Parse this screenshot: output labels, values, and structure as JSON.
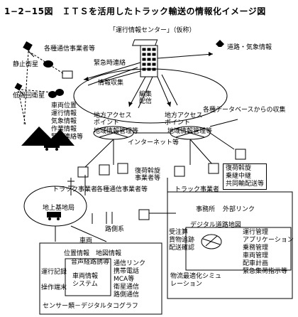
{
  "title": "1−2−15図　ＩＴＳを活用したトラック輸送の情報化イメージ図",
  "center": {
    "name": "「運行情報センター」（仮称）"
  },
  "labels": {
    "comm_operator_top": "各種通信事業者等",
    "geostationary_sat": "静止衛星",
    "low_orbit_sat": "低周回衛星",
    "road_weather": "道路・気象情報",
    "emergency_contact": "緊急時連絡",
    "info_collection": "情報収集",
    "edit_distribute": "編集\n配信",
    "database_collection": "各種データベースからの収集",
    "access_point_left": "地方アクセス\nポイント",
    "access_point_right": "地方アクセス\nポイント",
    "regional_info_left": "地域情報管理等",
    "regional_info_right": "地域情報管理等",
    "internet": "インターネット等",
    "return_cargo_left": "復荷斡旋\n事業者等",
    "comm_operator_mid": "各種通信事業者等",
    "truck_operator_left": "トラック事業者",
    "truck_operator_right": "トラック事業者",
    "ground_station": "地上基地局",
    "road_system": "路側系",
    "vehicle": "車両",
    "office": "事務所",
    "external_link": "外部リンク",
    "return_cargo_right": "復荷斡旋\n乗継中継\n共同輸配送等",
    "digital_map": "デジタル道路地図",
    "vehicle_system": "車両情報\nシステム",
    "comm_terminal": "操作端末",
    "operation_record": "運行記録"
  },
  "vehicle_info_list": [
    "車両位置",
    "運行情報",
    "気象情報",
    "作業情報",
    "緊急連絡等"
  ],
  "office_left_list": [
    "受注算",
    "貨物追跡",
    "配送確認"
  ],
  "office_right_list": [
    "運行管理",
    "アプリケーション",
    "乗務管理",
    "車両管理",
    "配車計画",
    "緊急集荷指示等"
  ],
  "office_bottom": "物流最適化シミュ\nレーション",
  "vehicle_box_top": "位置情報　地図情報",
  "vehicle_box_route": "音声経路誘導",
  "vehicle_box_comm": [
    "通信リンク",
    "携帯電話",
    "MCA等",
    "衛星通信",
    "路側通信"
  ],
  "vehicle_box_bottom": "センサー類－デジタルタコグラフ"
}
